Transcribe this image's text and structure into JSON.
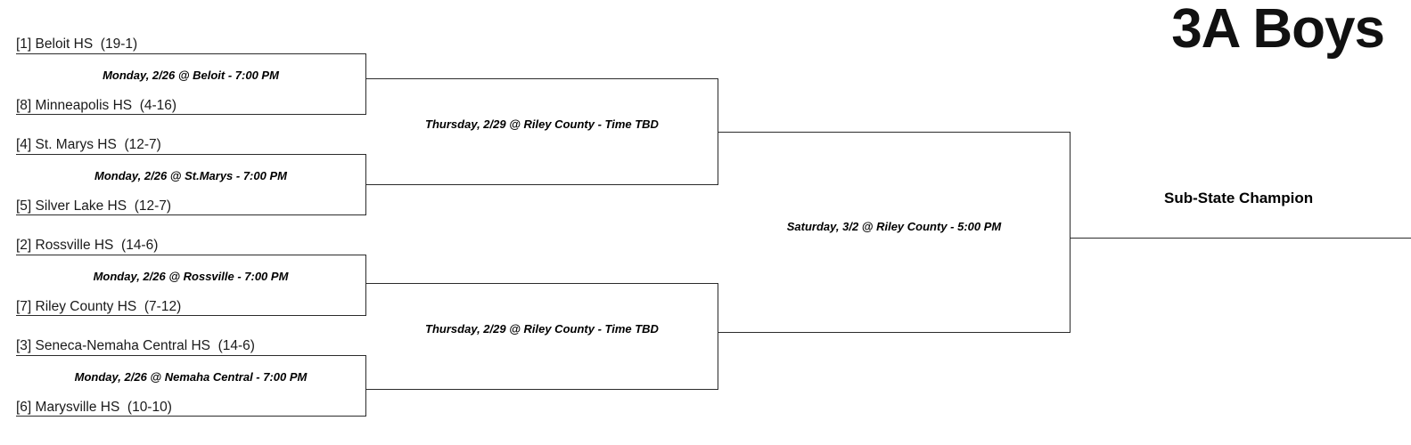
{
  "title": "3A Boys",
  "champion_label": "Sub-State Champion",
  "bracket": {
    "round1": {
      "matchups": [
        {
          "top": {
            "seed": "[1]",
            "school": "Beloit HS",
            "record": "(19-1)"
          },
          "bottom": {
            "seed": "[8]",
            "school": "Minneapolis HS",
            "record": "(4-16)"
          },
          "game": "Monday, 2/26 @ Beloit - 7:00 PM"
        },
        {
          "top": {
            "seed": "[4]",
            "school": "St. Marys HS",
            "record": "(12-7)"
          },
          "bottom": {
            "seed": "[5]",
            "school": "Silver Lake HS",
            "record": "(12-7)"
          },
          "game": "Monday, 2/26 @ St.Marys - 7:00 PM"
        },
        {
          "top": {
            "seed": "[2]",
            "school": "Rossville HS",
            "record": "(14-6)"
          },
          "bottom": {
            "seed": "[7]",
            "school": "Riley County HS",
            "record": "(7-12)"
          },
          "game": "Monday, 2/26 @ Rossville - 7:00 PM"
        },
        {
          "top": {
            "seed": "[3]",
            "school": "Seneca-Nemaha Central HS",
            "record": "(14-6)"
          },
          "bottom": {
            "seed": "[6]",
            "school": "Marysville HS",
            "record": "(10-10)"
          },
          "game": "Monday, 2/26 @ Nemaha Central - 7:00 PM"
        }
      ]
    },
    "round2": {
      "games": [
        "Thursday, 2/29 @ Riley County - Time TBD",
        "Thursday, 2/29 @ Riley County - Time TBD"
      ]
    },
    "round3": {
      "games": [
        "Saturday, 3/2 @ Riley County - 5:00 PM"
      ]
    }
  }
}
